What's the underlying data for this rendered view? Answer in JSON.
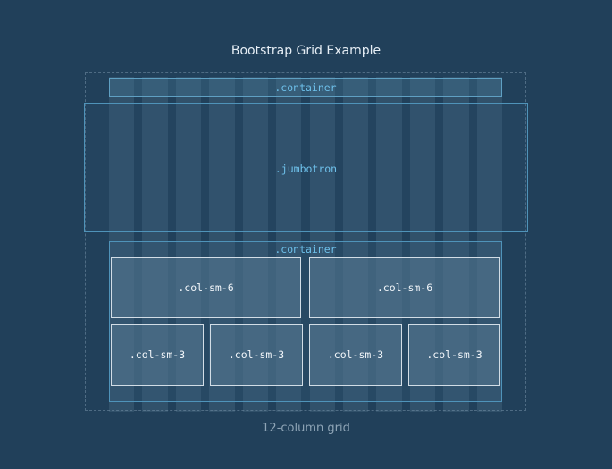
{
  "title": "Bootstrap Grid Example",
  "caption": "12-column grid",
  "grid": {
    "columns": 12
  },
  "labels": {
    "container_top": ".container",
    "jumbotron": ".jumbotron",
    "container_bottom": ".container"
  },
  "rows": [
    {
      "cols": [
        {
          "label": ".col-sm-6"
        },
        {
          "label": ".col-sm-6"
        }
      ]
    },
    {
      "cols": [
        {
          "label": ".col-sm-3"
        },
        {
          "label": ".col-sm-3"
        },
        {
          "label": ".col-sm-3"
        },
        {
          "label": ".col-sm-3"
        }
      ]
    }
  ],
  "colors": {
    "background": "#21405a",
    "accent_label": "#6ec0ea",
    "container_border": "#4f93b9",
    "column_border": "#d2dde6"
  }
}
